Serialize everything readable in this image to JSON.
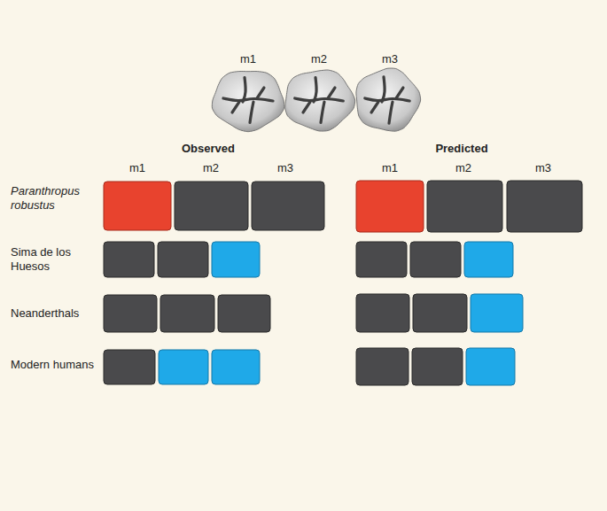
{
  "diagram": {
    "labels": [
      "m1",
      "m2",
      "m3",
      "Observed",
      "Predicted",
      "m1",
      "m2",
      "m3",
      "m1",
      "m2",
      "m3",
      "Paranthropus robustus",
      "Sima de los Huesos",
      "Neanderthals",
      "Modern humans"
    ]
  }
}
